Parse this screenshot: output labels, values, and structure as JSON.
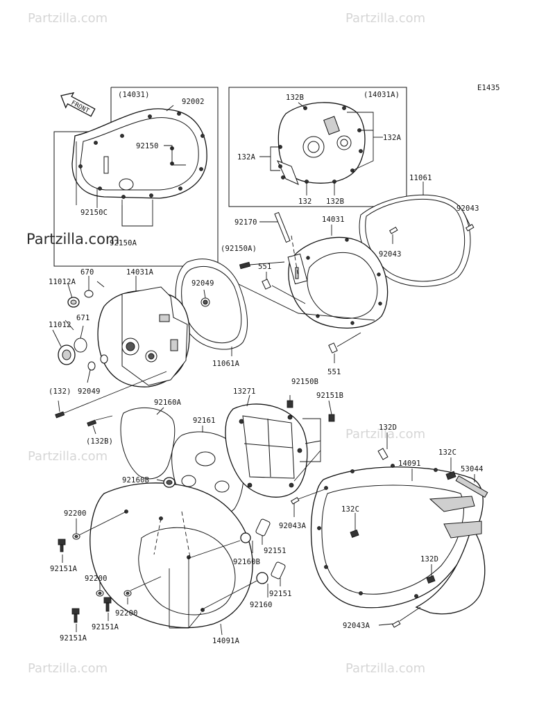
{
  "diagram_code": "E1435",
  "front_label": "FRONT",
  "watermark": "Partzilla.com",
  "labels": {
    "l14031_box": "(14031)",
    "l92002": "92002",
    "l92150": "92150",
    "l92150c": "92150C",
    "l92150a": "92150A",
    "l14031a_box": "(14031A)",
    "l132b_top": "132B",
    "l132a_right": "132A",
    "l132a_left": "132A",
    "l132_bot": "132",
    "l132b_bot": "132B",
    "l11061": "11061",
    "l92043_r": "92043",
    "l92043_m": "92043",
    "l92170": "92170",
    "l14031": "14031",
    "l92150a_p": "(92150A)",
    "l551_a": "551",
    "l551_b": "551",
    "l670": "670",
    "l14031a": "14031A",
    "l11012a": "11012A",
    "l92049_a": "92049",
    "l671": "671",
    "l11012": "11012",
    "l11061a": "11061A",
    "l132_p": "(132)",
    "l92049_b": "92049",
    "l13271": "13271",
    "l92150b": "92150B",
    "l92151b": "92151B",
    "l92160a": "92160A",
    "l132b_p": "(132B)",
    "l92161": "92161",
    "l132d_top": "132D",
    "l14091": "14091",
    "l132c_top": "132C",
    "l53044": "53044",
    "l92160b_a": "92160B",
    "l92200_a": "92200",
    "l92043a_a": "92043A",
    "l132c_mid": "132C",
    "l92151_a": "92151",
    "l92160b_b": "92160B",
    "l92151a_a": "92151A",
    "l132d_mid": "132D",
    "l92200_b": "92200",
    "l92151_b": "92151",
    "l92160": "92160",
    "l92200_c": "92200",
    "l92151a_b": "92151A",
    "l92151a_c": "92151A",
    "l92043a_b": "92043A",
    "l14091a": "14091A"
  }
}
